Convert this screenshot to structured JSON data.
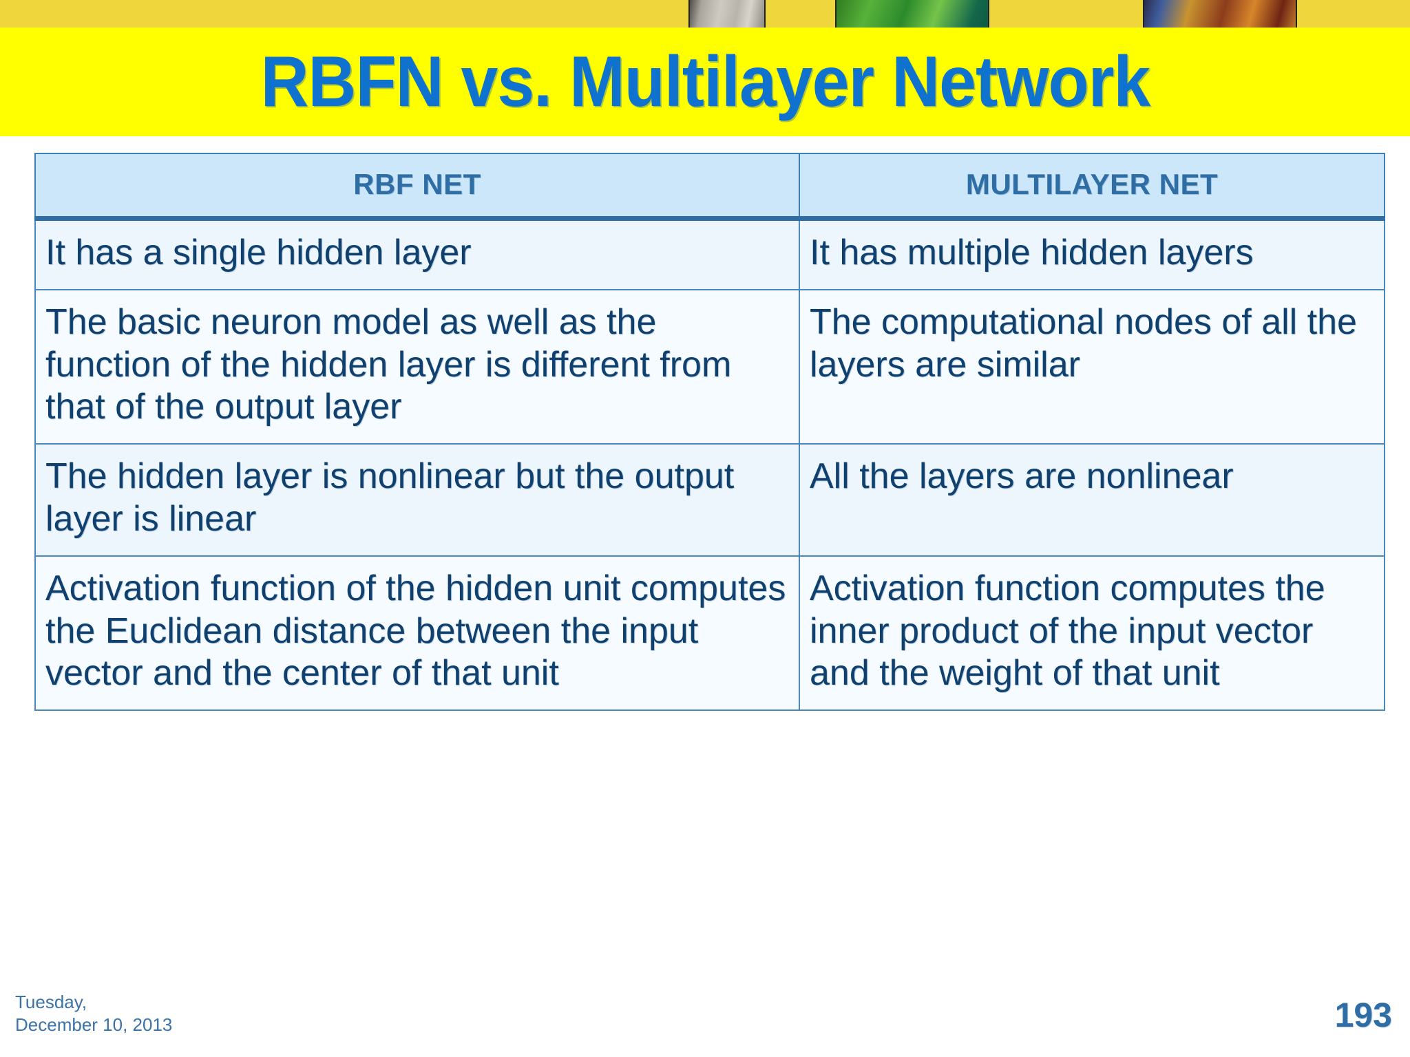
{
  "slide": {
    "title": "RBFN vs. Multilayer Network",
    "title_color": "#1072cf",
    "banner_color": "#ffff00",
    "top_strip_color": "#efd63c"
  },
  "table": {
    "headers": [
      "RBF NET",
      "MULTILAYER NET"
    ],
    "header_color": "#2f6ea5",
    "header_bg": "#cde7fa",
    "body_text_color": "#10416e",
    "border_color": "#4a87bb",
    "rows": [
      {
        "rbf": "It has a single hidden layer",
        "multilayer": "It has multiple hidden layers"
      },
      {
        "rbf": "The basic neuron model as well as the function of the hidden layer is different from that of the output layer",
        "multilayer": "The computational nodes of all the layers are similar"
      },
      {
        "rbf": "The hidden layer is nonlinear but the output layer is linear",
        "multilayer": "All the layers are nonlinear"
      },
      {
        "rbf": "Activation function of the hidden unit computes the Euclidean distance between the input vector and the center of that unit",
        "multilayer": "Activation function computes the inner product of the input vector and the weight of that unit"
      }
    ]
  },
  "footer": {
    "date_line1": "Tuesday,",
    "date_line2": "December 10, 2013",
    "page_number": "193"
  }
}
